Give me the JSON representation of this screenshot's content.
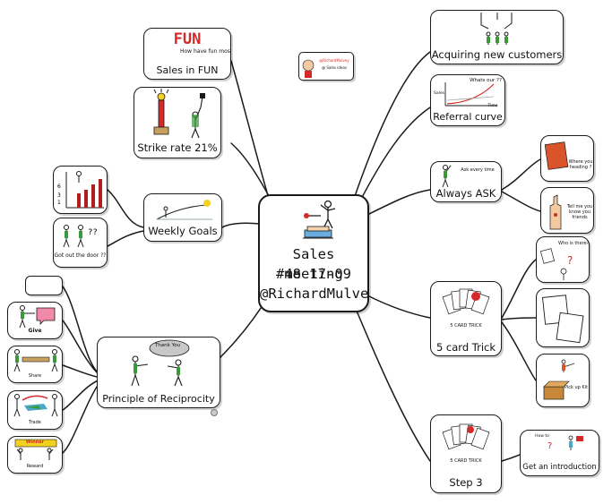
{
  "central": {
    "line1": "Sales meeting",
    "line2": "#48 17-09",
    "line3": "@RichardMulvey"
  },
  "nodes": {
    "sales_fun": {
      "label": "Sales in FUN",
      "title": "FUN",
      "caption": "How have fun most work?"
    },
    "strike_rate": {
      "label": "Strike rate 21%"
    },
    "weekly_goals": {
      "label": "Weekly Goals"
    },
    "goals_chart": {
      "label": ""
    },
    "goals_question": {
      "caption1": "Got out the door ??"
    },
    "reciprocity": {
      "label": "Principle of Reciprocity",
      "bubble": "Thank You"
    },
    "recip_blank": {
      "label": ""
    },
    "recip_give": {
      "label": "Give"
    },
    "recip_share": {
      "label": "Share"
    },
    "recip_trade": {
      "label": "Trade"
    },
    "recip_reward": {
      "label": "Reward",
      "banner": "Winner"
    },
    "acquiring": {
      "label": "Acquiring new customers"
    },
    "referral": {
      "label": "Referral curve",
      "ylabel": "Sales",
      "xlabel": "Time",
      "note": "Whats our ??"
    },
    "always_ask": {
      "label": "Always ASK",
      "note": "Ask every time"
    },
    "ask_book": {
      "caption": "Where you heading ?"
    },
    "ask_hand": {
      "caption": "Tell me you know you friends"
    },
    "five_card": {
      "label": "5 card Trick",
      "cards": "5 CARD TRICK"
    },
    "trick_q": {
      "caption": "Who is there?"
    },
    "trick_cards": {
      "caption": ""
    },
    "trick_box": {
      "caption": "Pick up Kit"
    },
    "step3": {
      "label": "Step 3",
      "cards": "5 CARD TRICK"
    },
    "introduction": {
      "label": "Get an introduction",
      "caption": "How to"
    },
    "badge": {
      "line1": "@RichardMulvey",
      "line2": "@ Sales ideas"
    }
  },
  "colors": {
    "ink": "#1a1a1a",
    "red": "#d62a2a",
    "green": "#3a9a3a",
    "pink": "#f08aa8",
    "teal": "#4aa8c8",
    "yellow": "#f2d21f",
    "brown": "#a86a2a"
  }
}
